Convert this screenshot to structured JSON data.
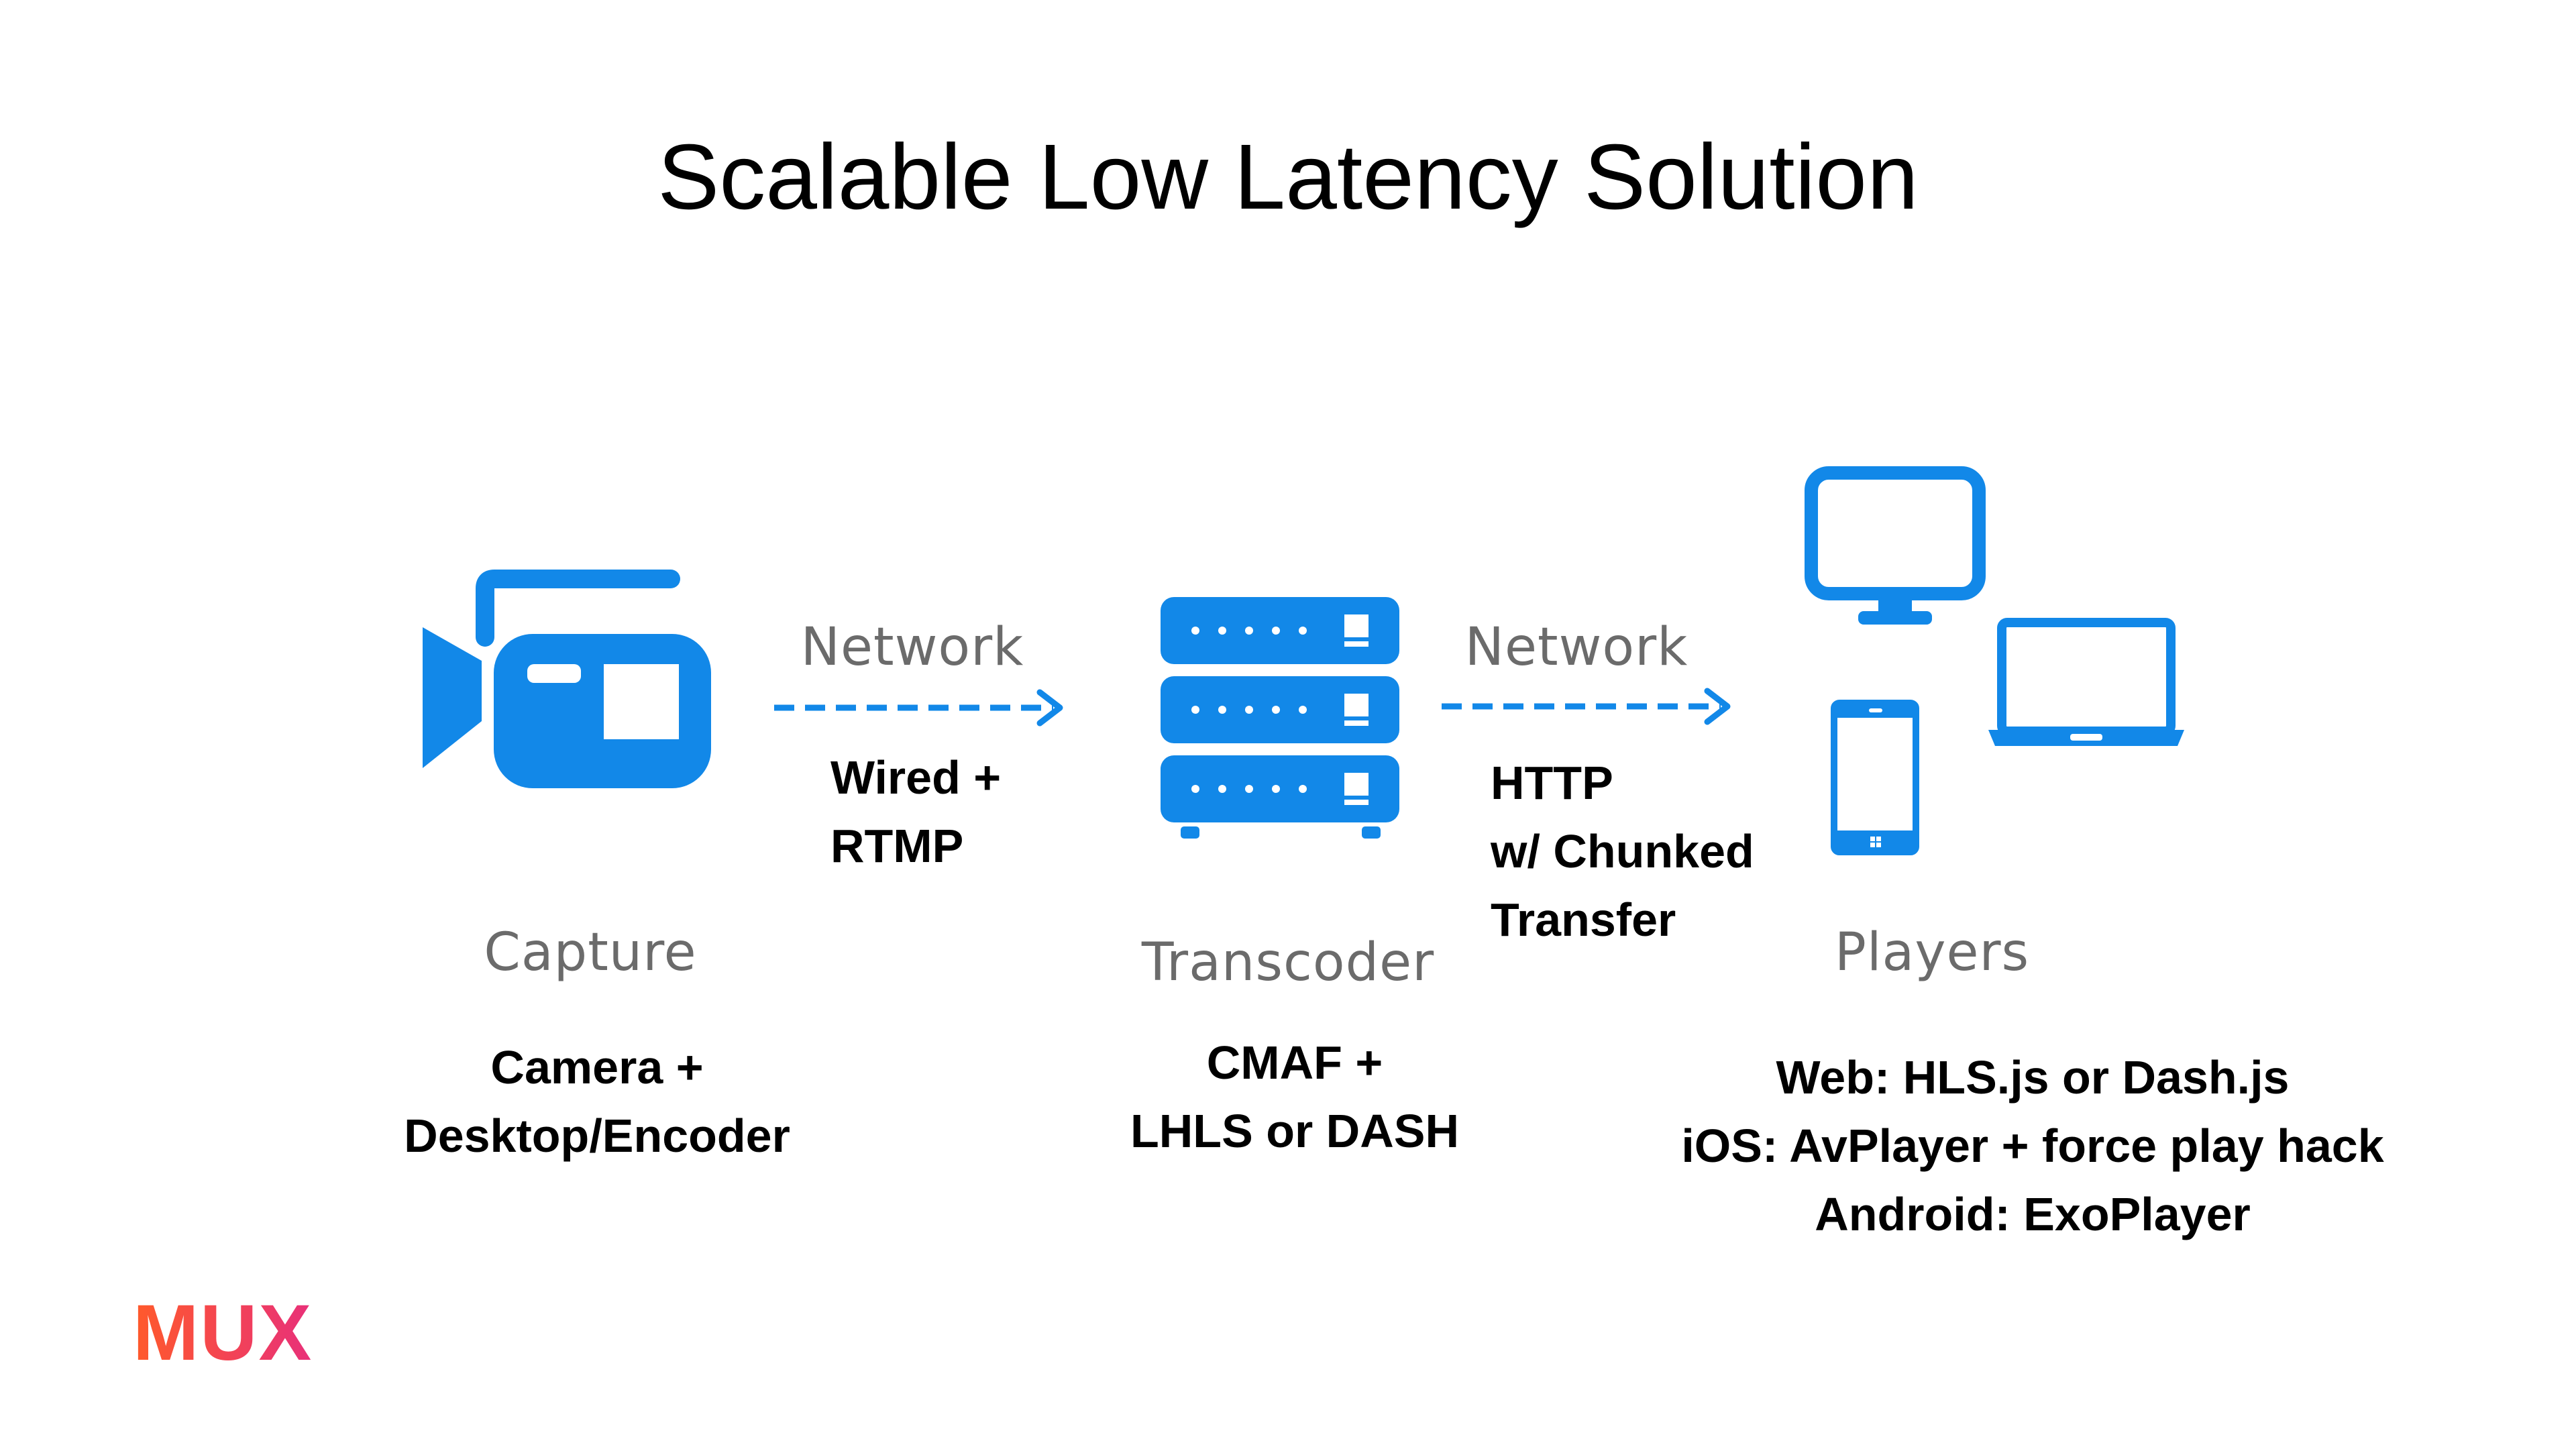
{
  "title": "Scalable Low Latency Solution",
  "colors": {
    "accent": "#1288E8",
    "text": "#000000",
    "label_grey": "#6B6B6B",
    "logo_start": "#FF5A2A",
    "logo_end": "#E8307A"
  },
  "nodes": [
    {
      "id": "capture",
      "icon": "video-camera-icon",
      "label": "Capture",
      "details": [
        "Camera +",
        "Desktop/Encoder"
      ]
    },
    {
      "id": "transcoder",
      "icon": "server-rack-icon",
      "label": "Transcoder",
      "details": [
        "CMAF +",
        "LHLS or DASH"
      ]
    },
    {
      "id": "players",
      "icons": [
        "monitor-icon",
        "laptop-icon",
        "phone-icon"
      ],
      "label": "Players",
      "details": [
        "Web: HLS.js or Dash.js",
        "iOS: AvPlayer + force play hack",
        "Android: ExoPlayer"
      ]
    }
  ],
  "links": [
    {
      "label": "Network",
      "details": [
        "Wired +",
        "RTMP"
      ]
    },
    {
      "label": "Network",
      "details": [
        "HTTP",
        "w/ Chunked",
        "Transfer"
      ]
    }
  ],
  "logo": {
    "text": "MUX"
  }
}
